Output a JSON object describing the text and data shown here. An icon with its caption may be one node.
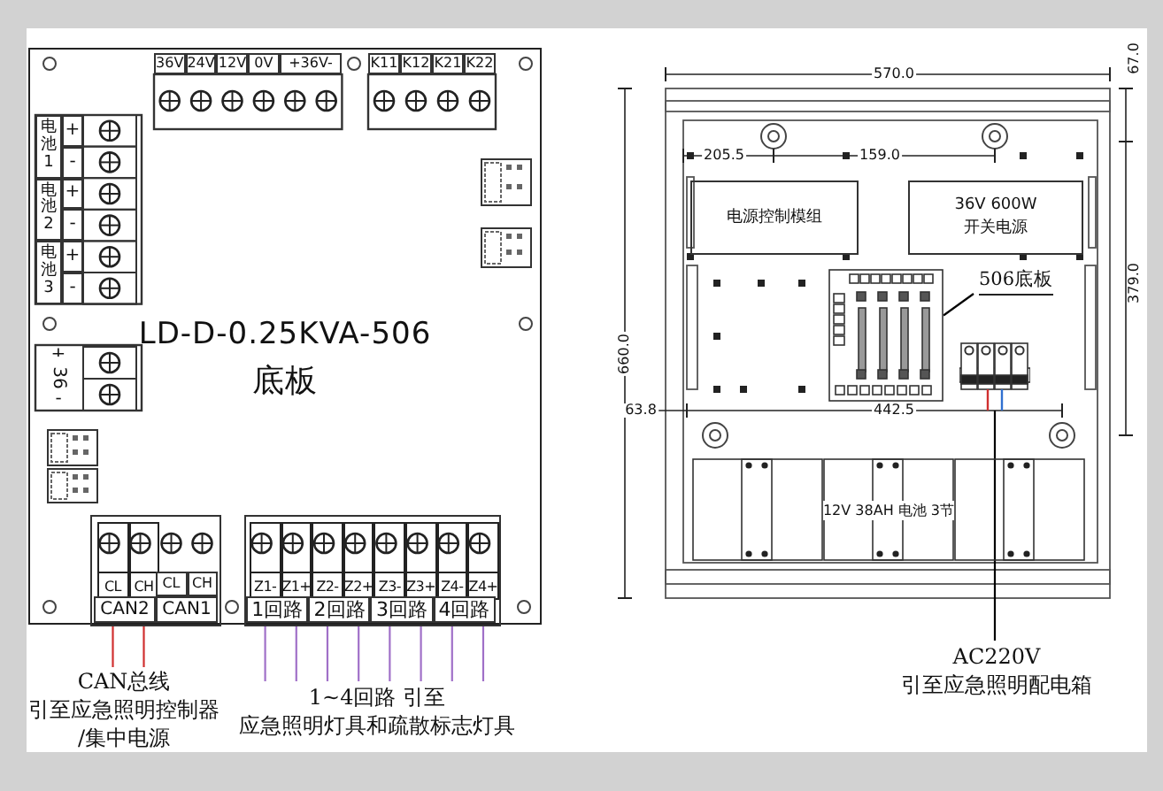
{
  "diagram": {
    "nodes": [
      {
        "text": [
          "LD-D-0.25KVA-506",
          "底板"
        ]
      },
      {
        "text": [],
        "shape": "box",
        "in": 0
      },
      {
        "text": [
          "CL"
        ],
        "in": 1
      },
      {
        "text": [
          "CH"
        ],
        "in": 1
      },
      {
        "text": [],
        "shape": "box",
        "in": 0
      },
      {
        "text": [
          "Z1-"
        ],
        "in": 4
      },
      {
        "text": [
          "Z1+"
        ],
        "in": 4
      },
      {
        "text": [
          "Z2-"
        ],
        "in": 4
      },
      {
        "text": [
          "Z2+"
        ],
        "in": 4
      },
      {
        "text": [
          "Z3-"
        ],
        "in": 4
      },
      {
        "text": [
          "Z3+"
        ],
        "in": 4
      },
      {
        "text": [
          "Z4-"
        ],
        "in": 4
      },
      {
        "text": [
          "Z4+"
        ],
        "in": 4
      },
      {
        "text": [
          "CAN总线",
          "引至应急照明控制器",
          "/集中电源"
        ]
      },
      {
        "text": [
          "1~4回路 引至",
          "应急照明灯具和疏散标志灯具"
        ]
      },
      {
        "text": [
          "电源控制模组"
        ]
      },
      {
        "text": [
          "36V 600W 开关电源"
        ]
      },
      {
        "text": [
          "506底板"
        ]
      },
      {
        "text": [],
        "shape": "picture"
      },
      {
        "text": [
          "12V 38AH 电池 3节"
        ]
      },
      {
        "text": [],
        "shape": "picture"
      },
      {
        "text": [
          "AC220V",
          "引至应急照明配电箱"
        ]
      }
    ],
    "edges": [
      {
        "from": 13,
        "to": 2,
        "arrow": "none",
        "color": "#d03030"
      },
      {
        "from": 13,
        "to": 3,
        "arrow": "none",
        "color": "#d03030"
      },
      {
        "from": 14,
        "to": 5,
        "arrow": "none"
      },
      {
        "from": 14,
        "to": 6,
        "arrow": "none"
      },
      {
        "from": 14,
        "to": 7,
        "arrow": "none"
      },
      {
        "from": 14,
        "to": 8,
        "arrow": "none"
      },
      {
        "from": 14,
        "to": 9,
        "arrow": "none"
      },
      {
        "from": 14,
        "to": 10,
        "arrow": "none"
      },
      {
        "from": 14,
        "to": 11,
        "arrow": "none"
      },
      {
        "from": 14,
        "to": 12,
        "arrow": "none"
      },
      {
        "from": 17,
        "to": 18,
        "arrow": "none",
        "color": "#000000"
      },
      {
        "from": 21,
        "to": 20,
        "arrow": "none",
        "color": "#000000"
      }
    ],
    "labels": [
      "36V",
      "24V",
      "12V",
      "0V",
      "+36V-",
      "K11",
      "K12",
      "K21",
      "K22",
      "电池1",
      "+",
      "-",
      "电池2",
      "+",
      "-",
      "电池3",
      "+",
      "-",
      "+",
      "36",
      "-",
      "CL",
      "CH",
      "CAN2",
      "CAN1",
      "1回路",
      "2回路",
      "3回路",
      "4回路",
      "570.0",
      "67.0",
      "205.5",
      "159.0",
      "379.0",
      "660.0",
      "63.8",
      "442.5"
    ]
  }
}
